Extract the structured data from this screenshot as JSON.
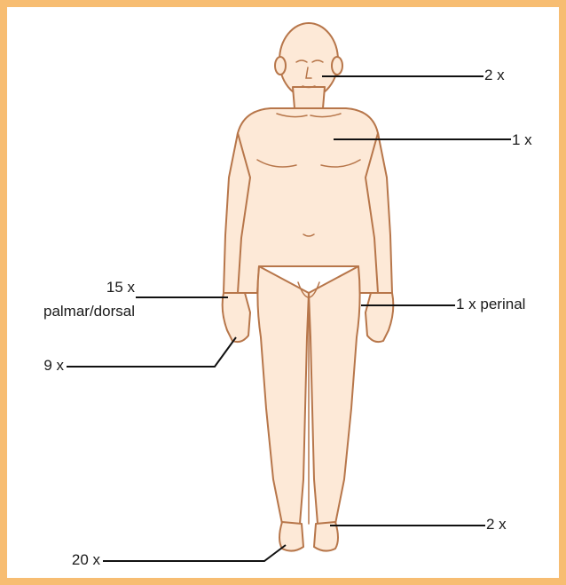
{
  "colors": {
    "frame": "#f7bd72",
    "skin": "#fde9d7",
    "outline": "#b7764a",
    "leader": "#111111"
  },
  "labels": {
    "head": "2 x",
    "chest": "1 x",
    "perineal": "1 x perinal",
    "feet": "2 x",
    "palm_count": "15 x",
    "palm_side": "palmar/dorsal",
    "fingers": "9 x",
    "toes": "20 x"
  }
}
